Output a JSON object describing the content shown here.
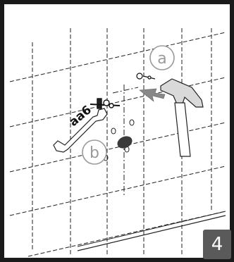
{
  "figure": {
    "callout_a": "a",
    "callout_b": "b",
    "wrench_label": "aa6",
    "step_number": "4"
  },
  "colors": {
    "frame": "#1a1a1a",
    "callout": "#9a9a9a",
    "badge": "#5a5a5a",
    "arrow": "#888888",
    "hammer_fill": "#d9d9d9"
  }
}
